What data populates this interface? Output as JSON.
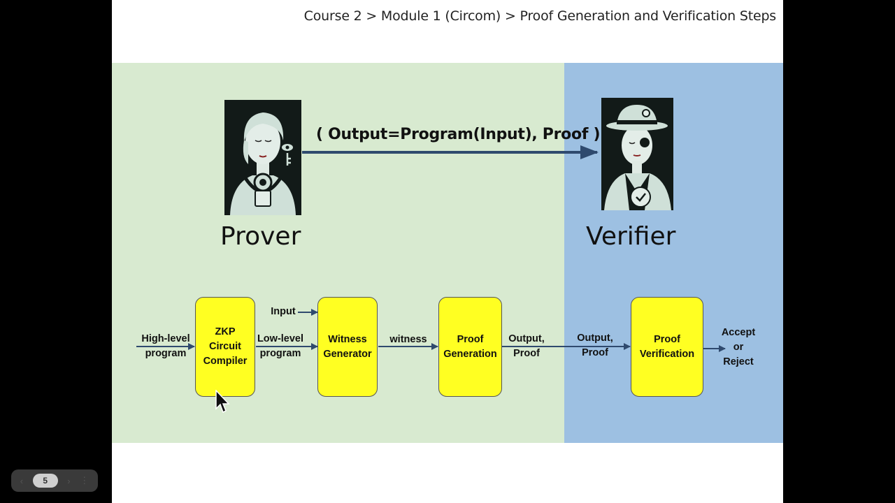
{
  "breadcrumb": "Course 2 > Module 1 (Circom) > Proof Generation and Verification Steps",
  "prover_label": "Prover",
  "verifier_label": "Verifier",
  "formula": "( Output=Program(Input), Proof )",
  "boxes": {
    "zkp": [
      "ZKP",
      "Circuit",
      "Compiler"
    ],
    "witness": [
      "Witness",
      "Generator"
    ],
    "proofgen": [
      "Proof",
      "Generation"
    ],
    "proofver": [
      "Proof",
      "Verification"
    ]
  },
  "flow_labels": {
    "high_level": [
      "High-level",
      "program"
    ],
    "low_level": [
      "Low-level",
      "program"
    ],
    "input": "Input",
    "witness": "witness",
    "output_proof_1": [
      "Output,",
      "Proof"
    ],
    "output_proof_2": [
      "Output,",
      "Proof"
    ],
    "accept_reject": [
      "Accept",
      "or",
      "Reject"
    ]
  },
  "pager": {
    "page": "5",
    "prev_icon": "‹",
    "next_icon": "›",
    "more_icon": "⋮"
  },
  "colors": {
    "green_zone": "#d8ead0",
    "blue_zone": "#9dc0e2",
    "box": "#ffff22",
    "arrow": "#2f4a6e"
  }
}
